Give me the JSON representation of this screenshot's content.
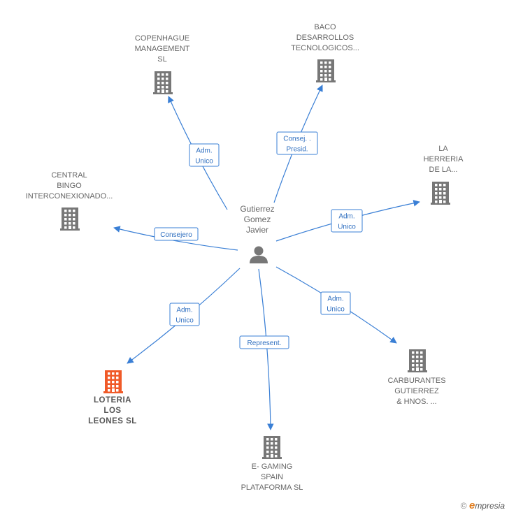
{
  "center": {
    "name_lines": [
      "Gutierrez",
      "Gomez",
      "Javier"
    ],
    "icon": "person-icon"
  },
  "companies": [
    {
      "id": "copenhague",
      "lines": [
        "COPENHAGUE",
        "MANAGEMENT",
        "SL"
      ],
      "icon": "building-icon",
      "highlight": false,
      "color": "#777777"
    },
    {
      "id": "baco",
      "lines": [
        "BACO",
        "DESARROLLOS",
        "TECNOLOGICOS..."
      ],
      "icon": "building-icon",
      "highlight": false,
      "color": "#777777"
    },
    {
      "id": "herreria",
      "lines": [
        "LA",
        "HERRERIA",
        "DE LA..."
      ],
      "icon": "building-icon",
      "highlight": false,
      "color": "#777777"
    },
    {
      "id": "central",
      "lines": [
        "CENTRAL",
        "BINGO",
        "INTERCONEXIONADO..."
      ],
      "icon": "building-icon",
      "highlight": false,
      "color": "#777777"
    },
    {
      "id": "loteria",
      "lines": [
        "LOTERIA",
        "LOS",
        "LEONES  SL"
      ],
      "icon": "building-icon",
      "highlight": true,
      "color": "#f05a28"
    },
    {
      "id": "egaming",
      "lines": [
        "E- GAMING",
        "SPAIN",
        "PLATAFORMA SL"
      ],
      "icon": "building-icon",
      "highlight": false,
      "color": "#777777"
    },
    {
      "id": "carburantes",
      "lines": [
        "CARBURANTES",
        "GUTIERREZ",
        "& HNOS. ..."
      ],
      "icon": "building-icon",
      "highlight": false,
      "color": "#777777"
    }
  ],
  "relations": [
    {
      "to": "copenhague",
      "label_lines": [
        "Adm.",
        "Unico"
      ]
    },
    {
      "to": "baco",
      "label_lines": [
        "Consej. .",
        "Presid."
      ]
    },
    {
      "to": "herreria",
      "label_lines": [
        "Adm.",
        "Unico"
      ]
    },
    {
      "to": "central",
      "label_lines": [
        "Consejero"
      ]
    },
    {
      "to": "loteria",
      "label_lines": [
        "Adm.",
        "Unico"
      ]
    },
    {
      "to": "egaming",
      "label_lines": [
        "Represent."
      ]
    },
    {
      "to": "carburantes",
      "label_lines": [
        "Adm.",
        "Unico"
      ]
    }
  ],
  "colors": {
    "edge": "#3a7fd5",
    "building": "#777777",
    "highlight": "#f05a28"
  },
  "brand": {
    "copyright": "©",
    "initial": "e",
    "name": "mpresia"
  }
}
